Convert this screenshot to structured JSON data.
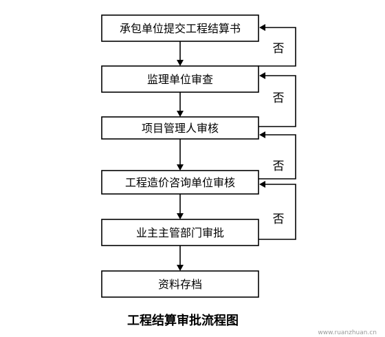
{
  "diagram": {
    "title": "工程结算审批流程图",
    "steps": [
      {
        "id": "s1",
        "label": "承包单位提交工程结算书"
      },
      {
        "id": "s2",
        "label": "监理单位审查"
      },
      {
        "id": "s3",
        "label": "项目管理人审核"
      },
      {
        "id": "s4",
        "label": "工程造价咨询单位审核"
      },
      {
        "id": "s5",
        "label": "业主主管部门审批"
      },
      {
        "id": "s6",
        "label": "资料存档"
      }
    ],
    "reject_label": "否",
    "watermark": "www.ruanzhuan.cn"
  }
}
